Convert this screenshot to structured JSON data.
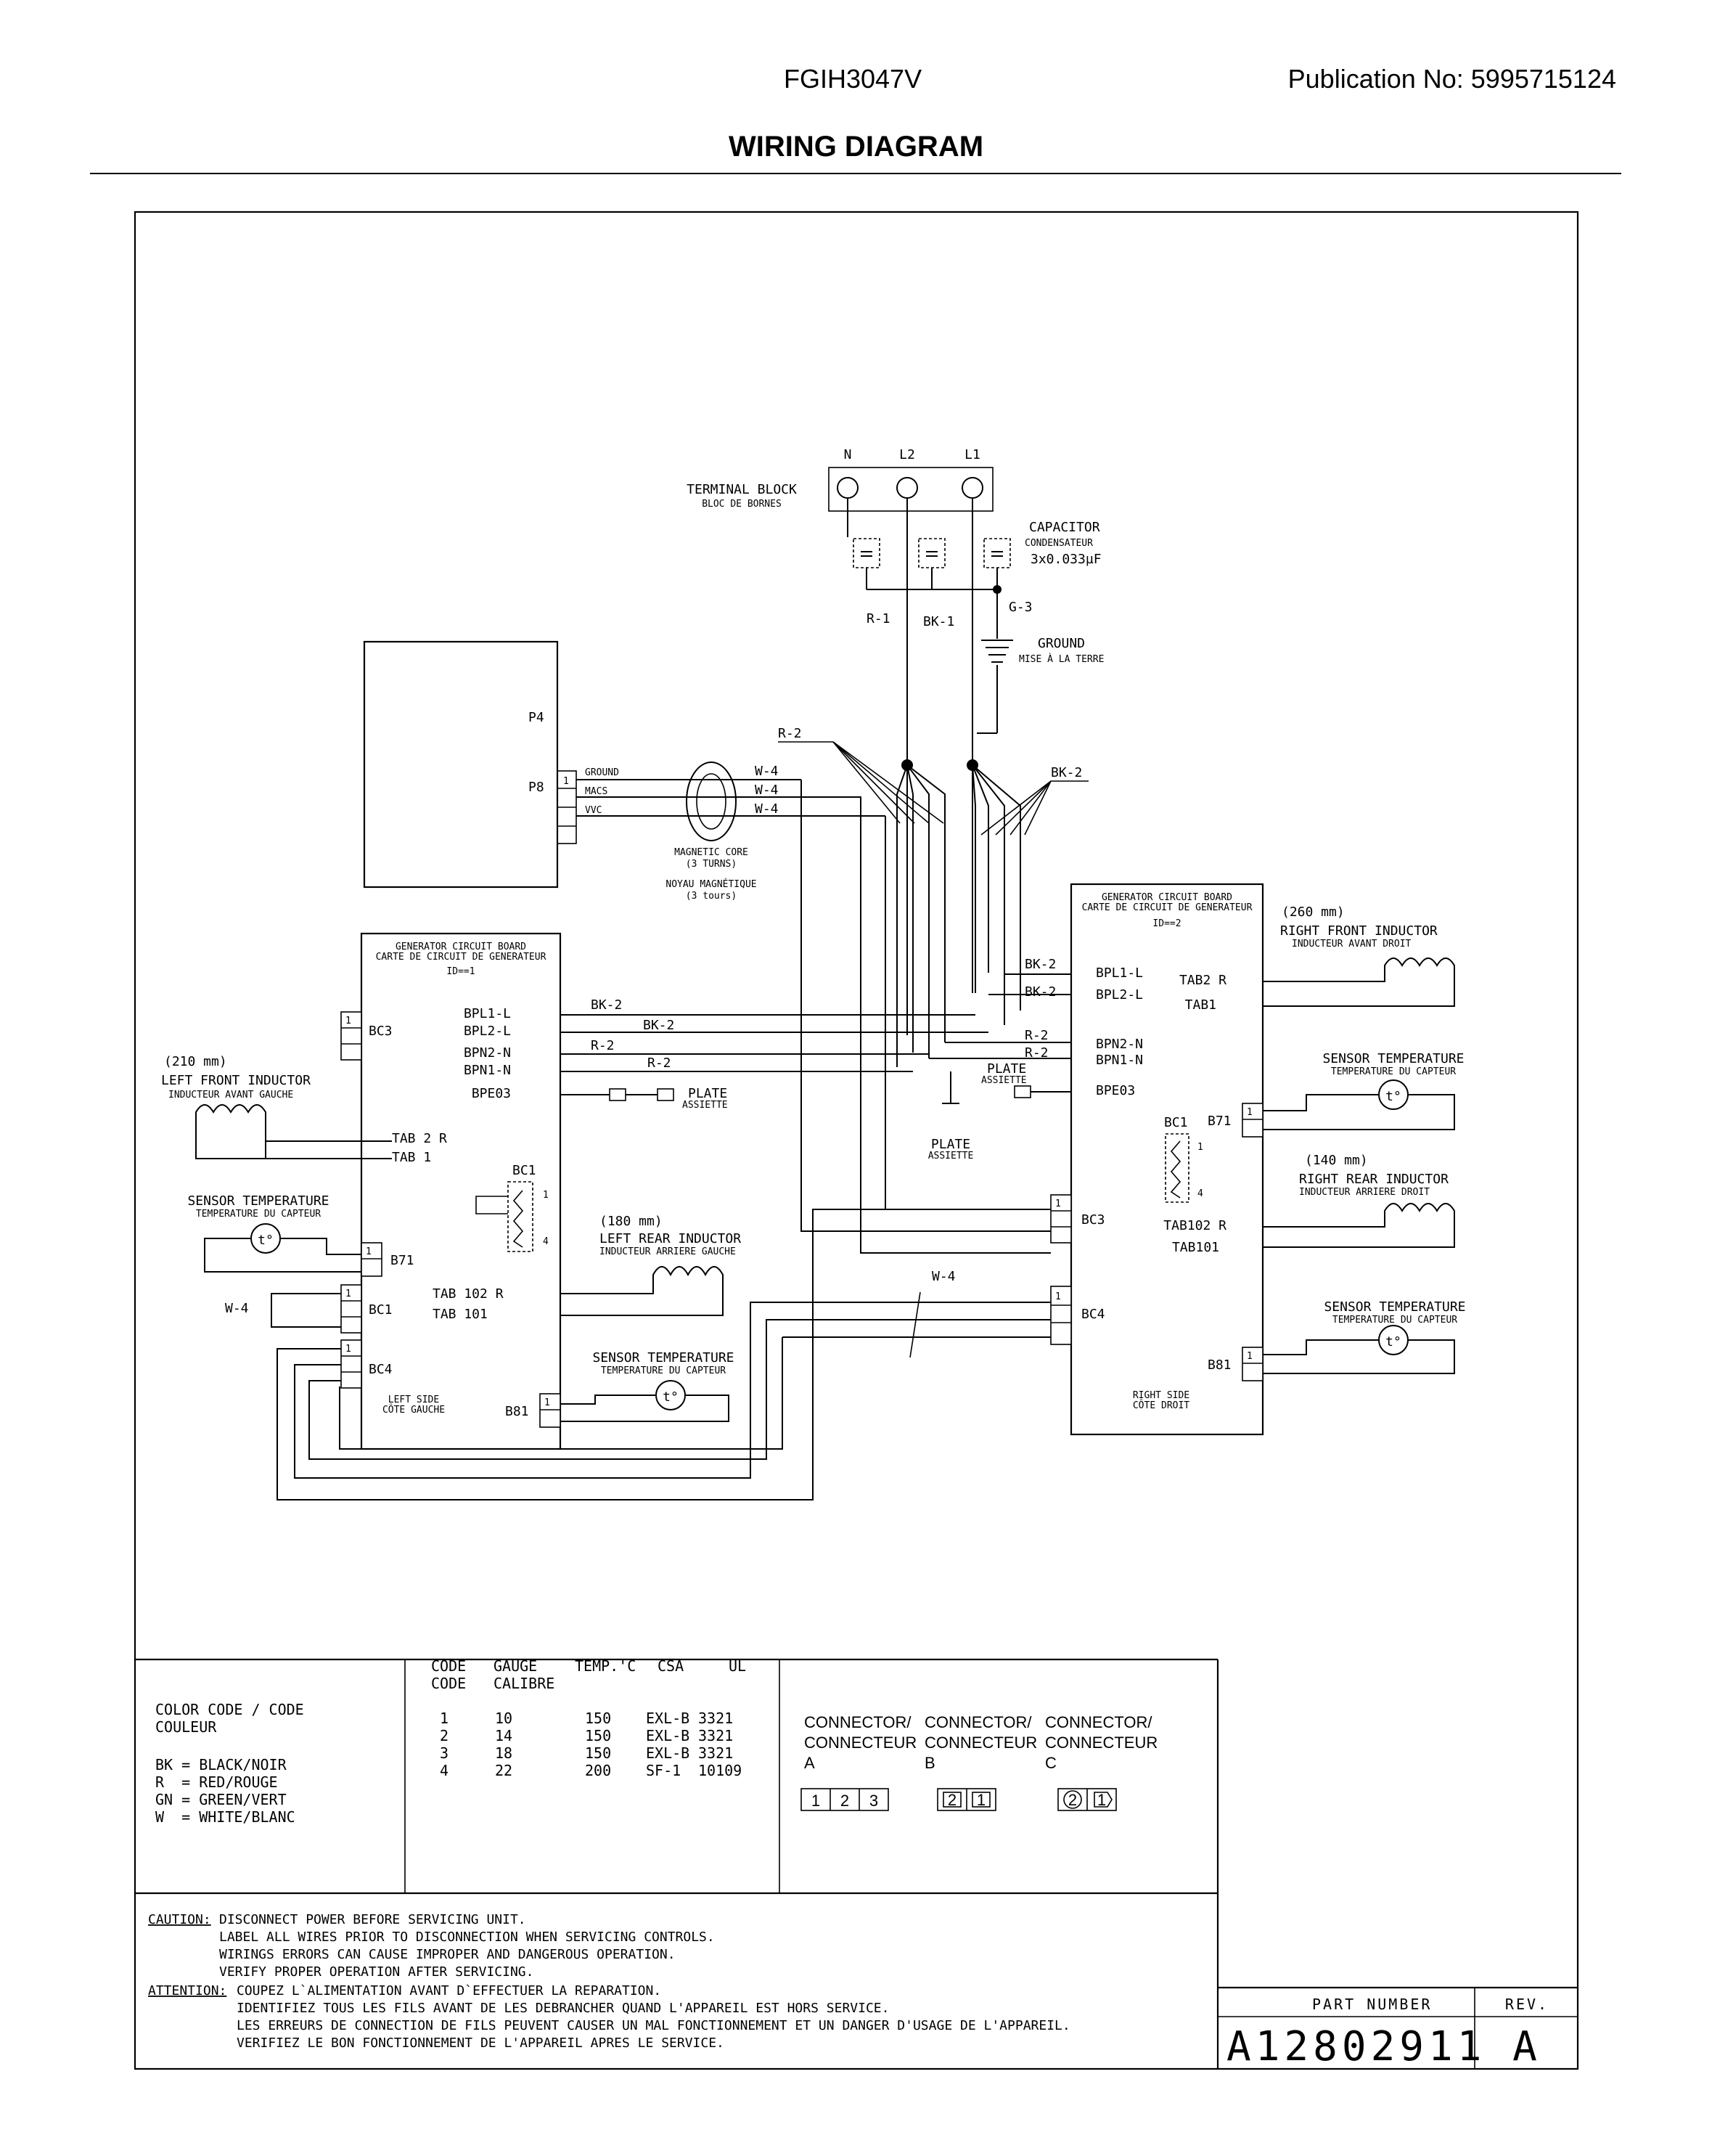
{
  "header": {
    "model": "FGIH3047V",
    "publication": "Publication No:  5995715124",
    "title": "WIRING DIAGRAM"
  },
  "terminal_block": {
    "label_en": "TERMINAL BLOCK",
    "label_fr": "BLOC DE BORNES",
    "terminals": [
      "N",
      "L2",
      "L1"
    ]
  },
  "capacitor": {
    "label_en": "CAPACITOR",
    "label_fr": "CONDENSATEUR",
    "value": "3x0.033µF"
  },
  "ground": {
    "label_en": "GROUND",
    "label_fr": "MISE À LA TERRE",
    "wire": "G-3"
  },
  "wires": {
    "r1": "R-1",
    "bk1": "BK-1",
    "r2": "R-2",
    "bk2": "BK-2",
    "w4": "W-4"
  },
  "p_board": {
    "p4": "P4",
    "p8": "P8",
    "pin1": "1",
    "ground": "GROUND",
    "macs": "MACS",
    "vvc": "VVC"
  },
  "magnetic_core": {
    "en1": "MAGNETIC CORE",
    "en2": "(3 TURNS)",
    "fr1": "NOYAU MAGNÉTIQUE",
    "fr2": "(3 tours)"
  },
  "left_board": {
    "title_en": "GENERATOR CIRCUIT BOARD",
    "title_fr": "CARTE DE CIRCUIT DE GENERATEUR",
    "id": "ID==1",
    "bpl1": "BPL1-L",
    "bpl2": "BPL2-L",
    "bpn2": "BPN2-N",
    "bpn1": "BPN1-N",
    "bpe03": "BPE03",
    "tab2r": "TAB 2 R",
    "tab1": "TAB 1",
    "tab102r": "TAB 102 R",
    "tab101": "TAB 101",
    "bc3": "BC3",
    "bc1": "BC1",
    "b71": "B71",
    "bc4": "BC4",
    "b81": "B81",
    "side_en": "LEFT SIDE",
    "side_fr": "CÔTE GAUCHE"
  },
  "right_board": {
    "title_en": "GENERATOR CIRCUIT BOARD",
    "title_fr": "CARTE DE CIRCUIT DE GENERATEUR",
    "id": "ID==2",
    "bpl1": "BPL1-L",
    "bpl2": "BPL2-L",
    "bpn2": "BPN2-N",
    "bpn1": "BPN1-N",
    "bpe03": "BPE03",
    "tab2r": "TAB2 R",
    "tab1": "TAB1",
    "tab102r": "TAB102 R",
    "tab101": "TAB101",
    "bc1": "BC1",
    "b71": "B71",
    "bc3": "BC3",
    "bc4": "BC4",
    "b81": "B81",
    "side_en": "RIGHT SIDE",
    "side_fr": "CÔTE DROIT"
  },
  "inductors": {
    "lf": {
      "size": "(210 mm)",
      "en": "LEFT FRONT INDUCTOR",
      "fr": "INDUCTEUR AVANT GAUCHE"
    },
    "lr": {
      "size": "(180 mm)",
      "en": "LEFT REAR INDUCTOR",
      "fr": "INDUCTEUR ARRIERE GAUCHE"
    },
    "rf": {
      "size": "(260 mm)",
      "en": "RIGHT FRONT INDUCTOR",
      "fr": "INDUCTEUR AVANT DROIT"
    },
    "rr": {
      "size": "(140 mm)",
      "en": "RIGHT REAR INDUCTOR",
      "fr": "INDUCTEUR ARRIERE DROIT"
    }
  },
  "sensor": {
    "en": "SENSOR TEMPERATURE",
    "fr": "TEMPERATURE DU CAPTEUR",
    "symbol": "t°"
  },
  "plate": {
    "en": "PLATE",
    "fr": "ASSIETTE"
  },
  "color_code": {
    "title": "COLOR CODE / CODE",
    "title2": "COULEUR",
    "rows": [
      "BK = BLACK/NOIR",
      "R  = RED/ROUGE",
      "GN = GREEN/VERT",
      "W  = WHITE/BLANC"
    ]
  },
  "gauge_table": {
    "headers": [
      "CODE",
      "GAUGE",
      "TEMP.'C",
      "CSA",
      "UL"
    ],
    "headers2": [
      "CODE",
      "CALIBRE"
    ],
    "rows": [
      [
        "1",
        "10",
        "150",
        "EXL-B",
        "3321"
      ],
      [
        "2",
        "14",
        "150",
        "EXL-B",
        "3321"
      ],
      [
        "3",
        "18",
        "150",
        "EXL-B",
        "3321"
      ],
      [
        "4",
        "22",
        "200",
        "SF-1",
        "10109"
      ]
    ]
  },
  "connectors": [
    {
      "l1": "CONNECTOR/",
      "l2": "CONNECTEUR",
      "l3": "A",
      "pins": [
        "1",
        "2",
        "3"
      ]
    },
    {
      "l1": "CONNECTOR/",
      "l2": "CONNECTEUR",
      "l3": "B",
      "pins": [
        "2",
        "1"
      ]
    },
    {
      "l1": "CONNECTOR/",
      "l2": "CONNECTEUR",
      "l3": "C",
      "pins": [
        "2",
        "1"
      ]
    }
  ],
  "caution": {
    "label": "CAUTION:",
    "lines": [
      "DISCONNECT POWER BEFORE SERVICING UNIT.",
      "LABEL ALL WIRES PRIOR TO DISCONNECTION WHEN SERVICING CONTROLS.",
      "WIRINGS ERRORS CAN CAUSE IMPROPER AND DANGEROUS OPERATION.",
      "VERIFY PROPER OPERATION AFTER SERVICING."
    ]
  },
  "attention": {
    "label": "ATTENTION:",
    "lines": [
      "COUPEZ L`ALIMENTATION AVANT D`EFFECTUER LA REPARATION.",
      "IDENTIFIEZ TOUS LES FILS AVANT DE LES DEBRANCHER QUAND L'APPAREIL EST HORS SERVICE.",
      "LES ERREURS DE CONNECTION DE FILS PEUVENT CAUSER UN MAL FONCTIONNEMENT ET UN DANGER D'USAGE DE L'APPAREIL.",
      "VERIFIEZ LE BON FONCTIONNEMENT DE L'APPAREIL APRES LE SERVICE."
    ]
  },
  "title_block": {
    "part_label": "PART NUMBER",
    "rev_label": "REV.",
    "part": "A12802911",
    "rev": "A"
  }
}
